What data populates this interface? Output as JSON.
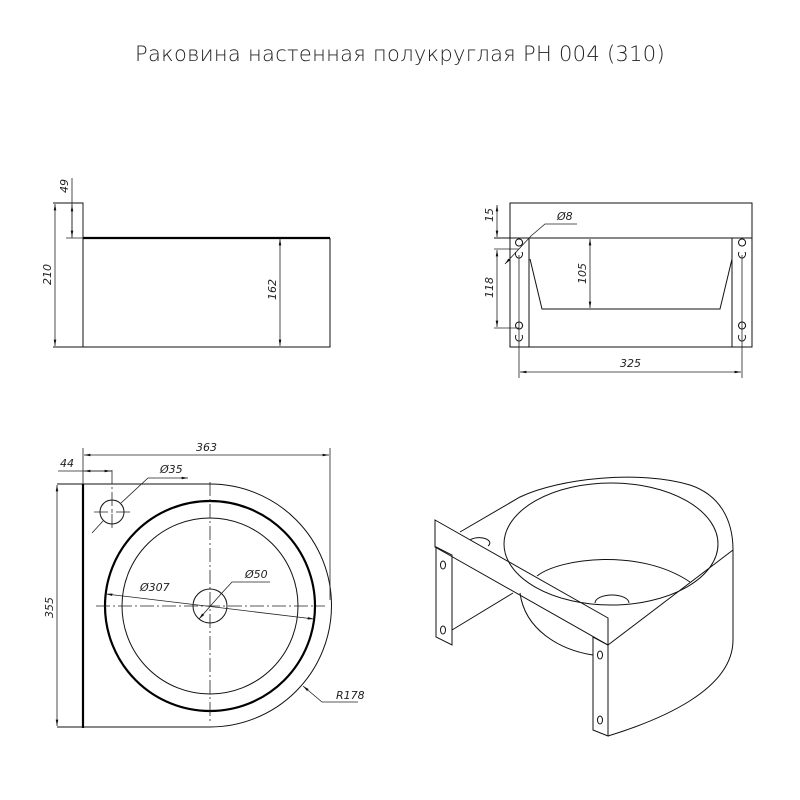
{
  "title": "Раковина настенная полукруглая РН 004 (310)",
  "side_view": {
    "dim_height": "210",
    "dim_backsplash": "49",
    "dim_body": "162"
  },
  "front_view": {
    "dim_top": "15",
    "dim_holes": "118",
    "dim_hole_dia": "Ø8",
    "dim_depth": "105",
    "dim_width": "325"
  },
  "top_view": {
    "dim_width": "363",
    "dim_offset": "44",
    "dim_overflow_dia": "Ø35",
    "dim_bowl_dia": "Ø307",
    "dim_drain_dia": "Ø50",
    "dim_radius": "R178",
    "dim_depth": "355"
  },
  "colors": {
    "line": "#000000",
    "background": "#ffffff"
  }
}
